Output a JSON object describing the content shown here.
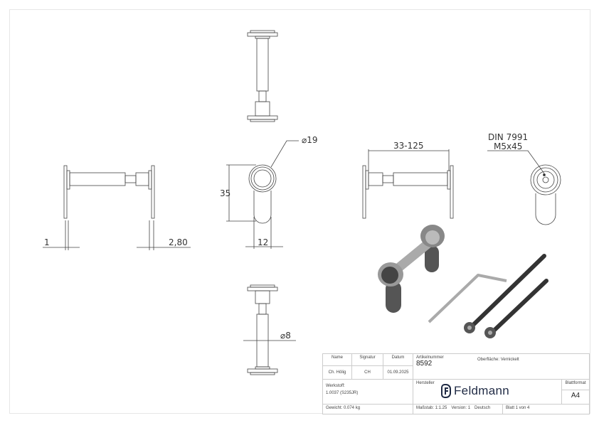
{
  "drawing": {
    "dimensions": {
      "thickness_left": "1",
      "thickness_right": "2,80",
      "diameter_rosette": "⌀19",
      "height": "35",
      "width": "12",
      "length_range": "33-125",
      "diameter_pin": "⌀8",
      "screw_standard": "DIN 7991",
      "screw_size": "M5x45"
    }
  },
  "title_block": {
    "headers": {
      "name": "Name",
      "signature": "Signatur",
      "date": "Datum"
    },
    "values": {
      "name": "Ch. Hölig",
      "signature": "CH",
      "date": "01.09.2025"
    },
    "article_label": "Artikelnummer",
    "article_number": "8592",
    "surface_label": "Oberfläche:",
    "surface_value": "Vernickelt",
    "material_label": "Werkstoff:",
    "material_value": "1.0037 (S235JR)",
    "manufacturer_label": "Hersteller",
    "manufacturer_name": "Feldmann",
    "sheet_format_label": "Blattformat",
    "sheet_format_value": "A4",
    "weight": "Gewicht: 0.074 kg",
    "scale": "Maßstab: 1:1.25",
    "version": "Version: 1",
    "language": "Deutsch",
    "sheet": "Blatt 1 von 4"
  }
}
